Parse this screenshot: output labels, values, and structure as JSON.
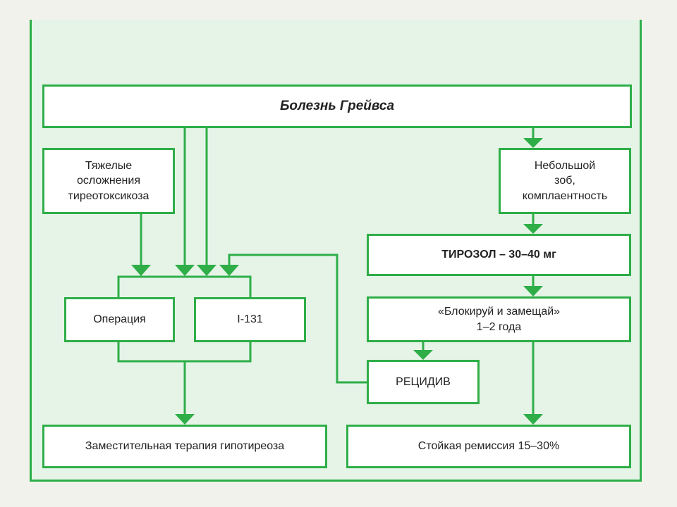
{
  "colors": {
    "accent": "#2fae48",
    "panel": "#e5f4e7",
    "background": "#f2f2ec"
  },
  "nodes": {
    "graves": "Болезнь Грейвса",
    "complications": "Тяжелые\nосложнения\nтиреотоксикоза",
    "small_goiter": "Небольшой\nзоб,\nкомплаентность",
    "tyrosol": "ТИРОЗОЛ – 30–40 мг",
    "operation": "Операция",
    "i131": "I-131",
    "block_replace": "«Блокируй и замещай»\n1–2 года",
    "relapse": "РЕЦИДИВ",
    "replacement": "Заместительная терапия гипотиреоза",
    "remission": "Стойкая ремиссия 15–30%"
  }
}
